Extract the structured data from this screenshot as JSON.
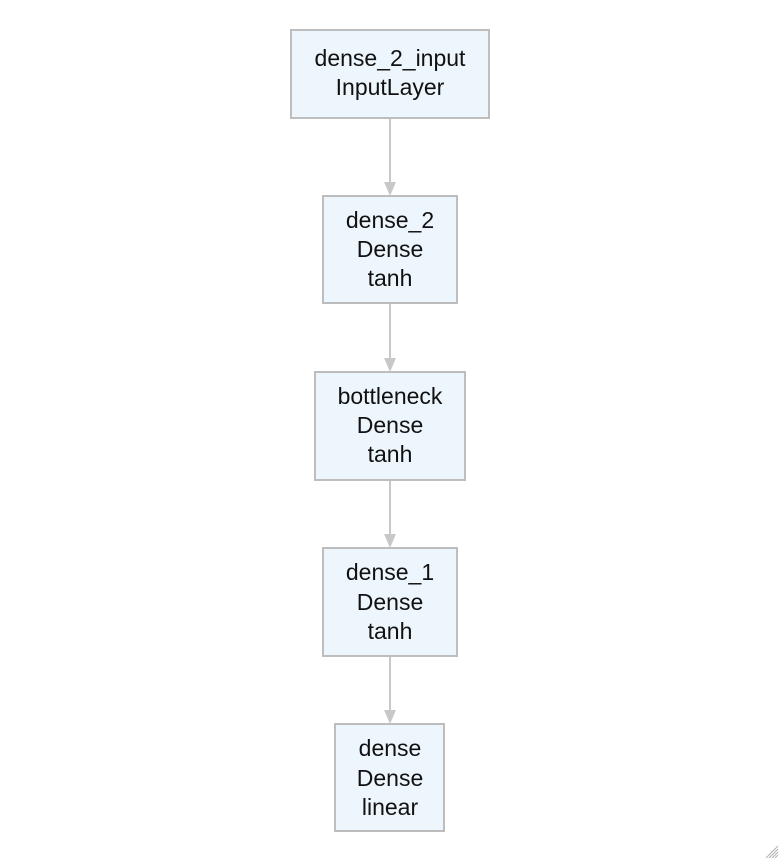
{
  "nodes": [
    {
      "id": "dense_2_input",
      "lines": [
        "dense_2_input",
        "InputLayer"
      ]
    },
    {
      "id": "dense_2",
      "lines": [
        "dense_2",
        "Dense",
        "tanh"
      ]
    },
    {
      "id": "bottleneck",
      "lines": [
        "bottleneck",
        "Dense",
        "tanh"
      ]
    },
    {
      "id": "dense_1",
      "lines": [
        "dense_1",
        "Dense",
        "tanh"
      ]
    },
    {
      "id": "dense",
      "lines": [
        "dense",
        "Dense",
        "linear"
      ]
    }
  ],
  "edges": [
    {
      "from": "dense_2_input",
      "to": "dense_2"
    },
    {
      "from": "dense_2",
      "to": "bottleneck"
    },
    {
      "from": "bottleneck",
      "to": "dense_1"
    },
    {
      "from": "dense_1",
      "to": "dense"
    }
  ],
  "colors": {
    "node_fill": "#eef6fd",
    "node_stroke": "#bdbdbd",
    "edge": "#c8c8c8",
    "text": "#111111"
  }
}
